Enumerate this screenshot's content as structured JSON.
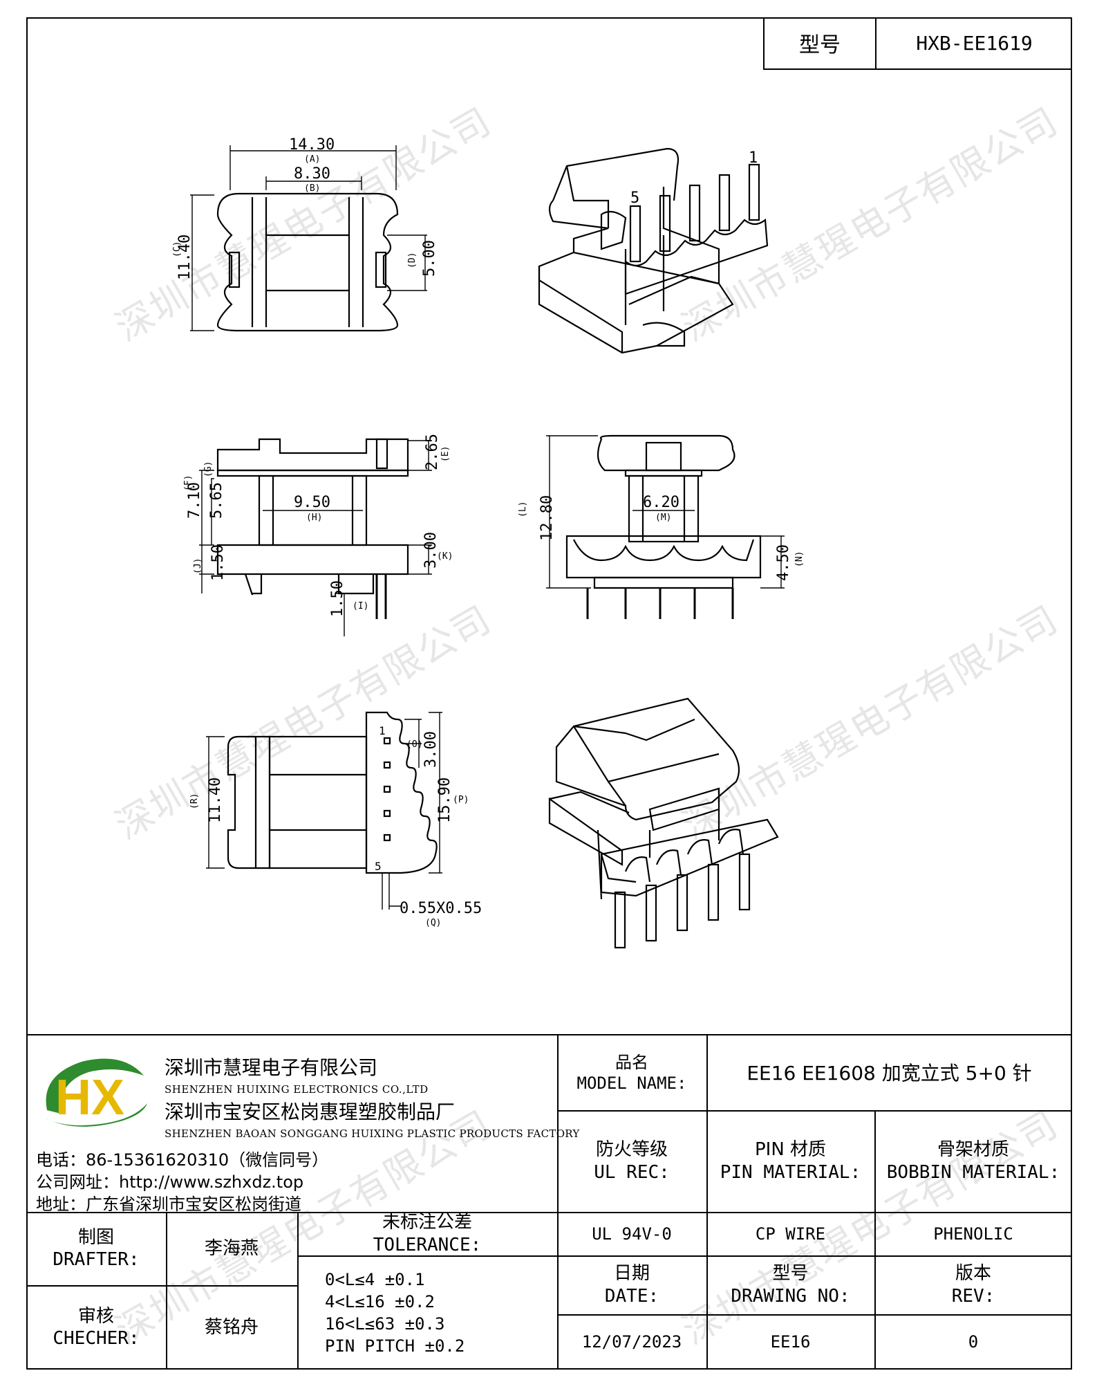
{
  "header": {
    "model_label": "型号",
    "model_value": "HXB-EE1619"
  },
  "dimensions": {
    "a_val": "14.30",
    "a_tag": "(A)",
    "b_val": "8.30",
    "b_tag": "(B)",
    "c_val": "11.40",
    "c_tag": "(C)",
    "d_val": "5.00",
    "d_tag": "(D)",
    "e_val": "2.65",
    "e_tag": "(E)",
    "f_val": "7.10",
    "f_tag": "(F)",
    "g_val": "5.65",
    "g_tag": "(G)",
    "h_val": "9.50",
    "h_tag": "(H)",
    "k_val": "3.00",
    "k_tag": "(K)",
    "j_val": "1.50",
    "j_tag": "(J)",
    "i_val": "1.50",
    "i_tag": "(I)",
    "l_val": "12.80",
    "l_tag": "(L)",
    "m_val": "6.20",
    "m_tag": "(M)",
    "n_val": "4.50",
    "n_tag": "(N)",
    "r_val": "11.40",
    "r_tag": "(R)",
    "o_val": "3.00",
    "o_tag": "(O)",
    "p_val": "15.90",
    "p_tag": "(P)",
    "q_val": "0.55X0.55",
    "q_tag": "(Q)",
    "pin1": "1",
    "pin5": "5"
  },
  "watermark": "深圳市慧瑆电子有限公司",
  "company": {
    "name_cn": "深圳市慧瑆电子有限公司",
    "name_en": "SHENZHEN HUIXING ELECTRONICS CO.,LTD",
    "factory_cn": "深圳市宝安区松岗惠瑆塑胶制品厂",
    "factory_en": "SHENZHEN BAOAN SONGGANG HUIXING PLASTIC PRODUCTS FACTORY",
    "phone": "电话：86-15361620310（微信同号）",
    "website": "公司网址：http://www.szhxdz.top",
    "address": "地址：广东省深圳市宝安区松岗街道",
    "logo_text": "HX",
    "colors": {
      "green": "#2e8b2e",
      "yellow": "#e6b800"
    }
  },
  "title_block": {
    "model_name_cn": "品名",
    "model_name_en": "MODEL NAME:",
    "model_name_value": "EE16 EE1608 加宽立式 5+0 针",
    "fire_cn": "防火等级",
    "fire_en": "UL REC:",
    "pin_cn": "PIN 材质",
    "pin_en": "PIN MATERIAL:",
    "bobbin_cn": "骨架材质",
    "bobbin_en": "BOBBIN MATERIAL:",
    "fire_value": "UL 94V-0",
    "pin_value": "CP WIRE",
    "bobbin_value": "PHENOLIC",
    "drafter_cn": "制图",
    "drafter_en": "DRAFTER:",
    "drafter_name": "李海燕",
    "checker_cn": "审核",
    "checker_en": "CHECHER:",
    "checker_name": "蔡铭舟",
    "tol_cn": "未标注公差",
    "tol_en": "TOLERANCE:",
    "tol_lines": [
      "0<L≤4  ±0.1",
      "4<L≤16 ±0.2",
      "16<L≤63 ±0.3",
      "PIN PITCH ±0.2"
    ],
    "date_cn": "日期",
    "date_en": "DATE:",
    "date_value": "12/07/2023",
    "drawing_cn": "型号",
    "drawing_en": "DRAWING NO:",
    "drawing_value": "EE16",
    "rev_cn": "版本",
    "rev_en": "REV:",
    "rev_value": "0"
  }
}
